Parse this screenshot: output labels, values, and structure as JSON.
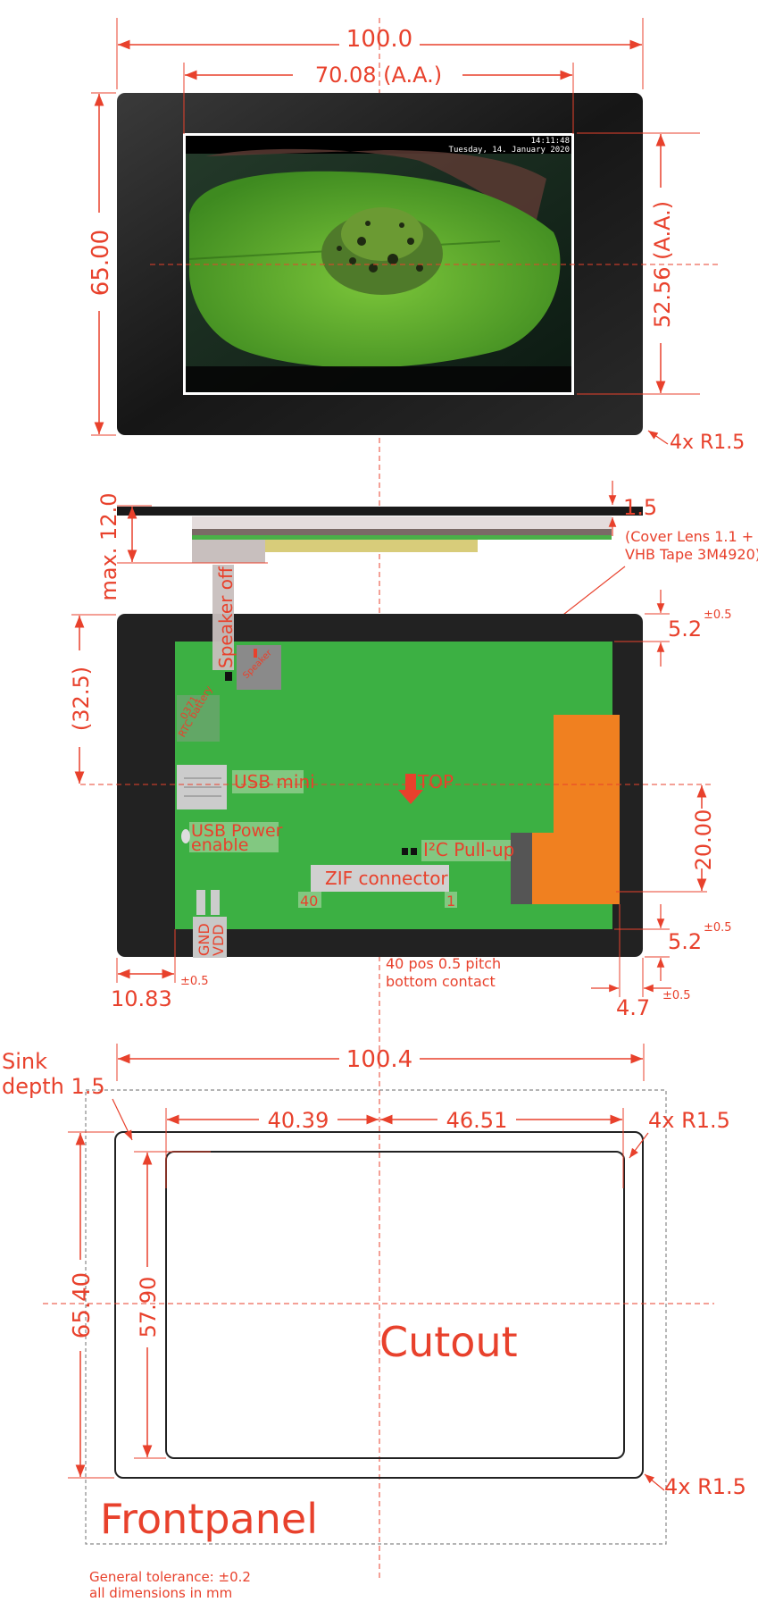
{
  "colors": {
    "accent": "#e8412c",
    "bezel": "#1c1c1c",
    "pcb": "#3cb043",
    "fpc": "#f08020"
  },
  "front_view": {
    "width": "100.0",
    "active_width": "70.08 (A.A.)",
    "height": "65.00",
    "active_height": "52.56 (A.A.)",
    "radius": "4x R1.5",
    "screen_time": "14:11:48",
    "screen_date": "Tuesday, 14. January 2020"
  },
  "side_view": {
    "thickness": "1.5",
    "max_height": "max. 12.0",
    "cover_note_line1": "(Cover Lens 1.1 +",
    "cover_note_line2": "VHB Tape 3M4920)"
  },
  "back_view": {
    "speaker_off": "Speaker off",
    "speaker": "Speaker",
    "rtc_battery_line1": "0371",
    "rtc_battery_line2": "RTC battery",
    "usb_mini": "USB mini",
    "top": "TOP",
    "usb_power_line1": "USB Power",
    "usb_power_line2": "enable",
    "i2c_pullup": "I²C Pull-up",
    "zif_connector": "ZIF connector",
    "pin40": "40",
    "pin1": "1",
    "gnd": "GND",
    "vdd": "VDD",
    "dim_32_5": "(32.5)",
    "dim_20": "20.00",
    "dim_top_5_2": "5.2",
    "dim_bottom_5_2": "5.2",
    "tol_05": "±0.5",
    "dim_10_83": "10.83",
    "dim_4_7": "4.7",
    "zif_note_line1": "40 pos 0.5 pitch",
    "zif_note_line2": "bottom contact"
  },
  "cutout_view": {
    "width": "100.4",
    "sink_line1": "Sink",
    "sink_line2": "depth 1.5",
    "left_offset": "40.39",
    "right_offset": "46.51",
    "radius_top": "4x R1.5",
    "radius_bottom": "4x R1.5",
    "outer_height": "65.40",
    "inner_height": "57.90",
    "cutout_label": "Cutout",
    "frontpanel_label": "Frontpanel",
    "tolerance_line1": "General tolerance: ±0.2",
    "tolerance_line2": "all dimensions in mm"
  }
}
